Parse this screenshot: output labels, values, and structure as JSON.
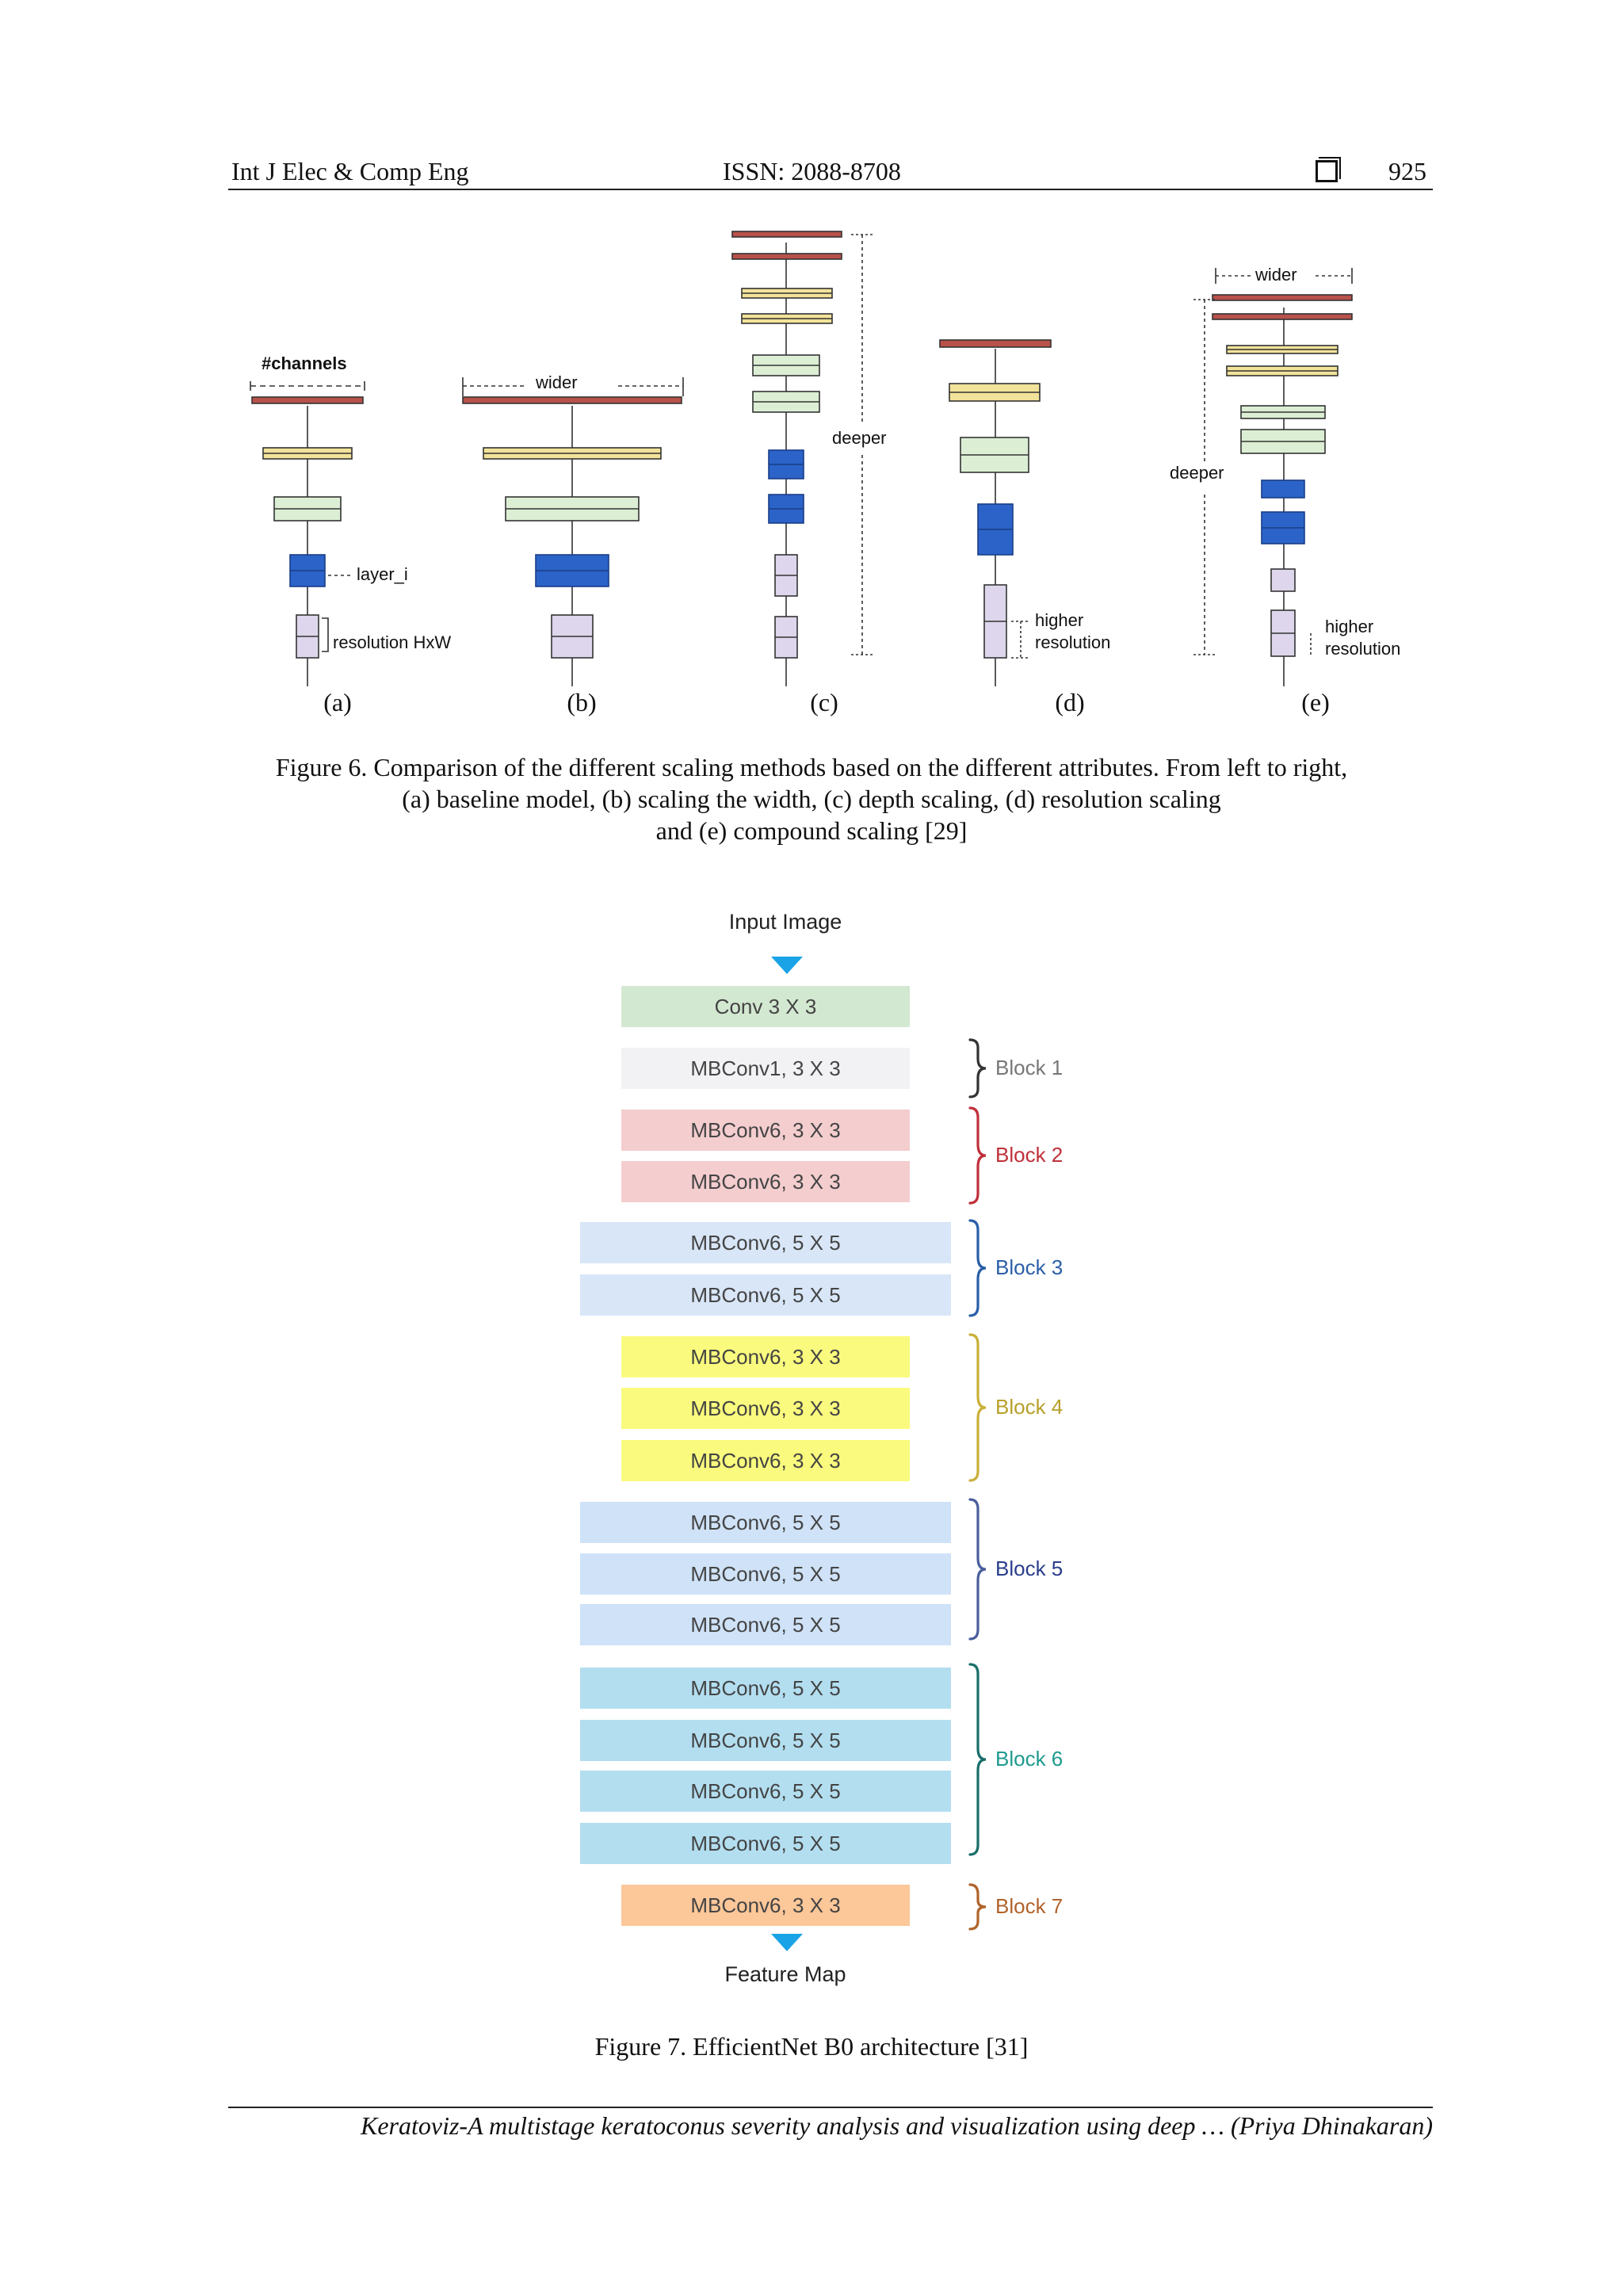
{
  "header": {
    "journal": "Int J Elec & Comp Eng",
    "issn": "ISSN: 2088-8708",
    "page": "925"
  },
  "figure6": {
    "subfigures": [
      "(a)",
      "(b)",
      "(c)",
      "(d)",
      "(e)"
    ],
    "annotations": {
      "channels": "#channels",
      "wider": "wider",
      "deeper": "deeper",
      "layer": "layer_i",
      "resolution": "resolution HxW",
      "higher": "higher",
      "resolution_word": "resolution"
    },
    "caption_line1": "Figure 6. Comparison of the different scaling methods based on the different attributes. From left to right,",
    "caption_line2": "(a) baseline model, (b) scaling the width, (c) depth scaling, (d) resolution scaling",
    "caption_line3": "and (e) compound scaling [29]"
  },
  "figure7": {
    "input_label": "Input Image",
    "output_label": "Feature Map",
    "layers": [
      "Conv 3 X 3",
      "MBConv1, 3 X 3",
      "MBConv6, 3 X 3",
      "MBConv6, 3 X 3",
      "MBConv6, 5 X 5",
      "MBConv6, 5 X 5",
      "MBConv6, 3 X 3",
      "MBConv6, 3 X 3",
      "MBConv6, 3 X 3",
      "MBConv6, 5 X 5",
      "MBConv6, 5 X 5",
      "MBConv6, 5 X 5",
      "MBConv6, 5 X 5",
      "MBConv6, 5 X 5",
      "MBConv6, 5 X 5",
      "MBConv6, 5 X 5",
      "MBConv6, 3 X 3"
    ],
    "blocks": [
      {
        "label": "Block 1",
        "color": "#777777"
      },
      {
        "label": "Block 2",
        "color": "#c0303a"
      },
      {
        "label": "Block 3",
        "color": "#2a5fa8"
      },
      {
        "label": "Block 4",
        "color": "#b8a02a"
      },
      {
        "label": "Block 5",
        "color": "#2a3e8c"
      },
      {
        "label": "Block 6",
        "color": "#1e9a8e"
      },
      {
        "label": "Block 7",
        "color": "#b0632a"
      }
    ],
    "caption": "Figure 7. EfficientNet B0 architecture [31]"
  },
  "footer": {
    "text": "Keratoviz-A multistage keratoconus severity analysis and visualization using deep … (Priya Dhinakaran)"
  },
  "colors": {
    "red_layer": "#b8524a",
    "yellow_layer": "#f2e39a",
    "green_layer": "#dcefd4",
    "blue_layer": "#2b63c8",
    "lavender_layer": "#ddd6ec",
    "arrow_blue": "#1aa3e6"
  }
}
